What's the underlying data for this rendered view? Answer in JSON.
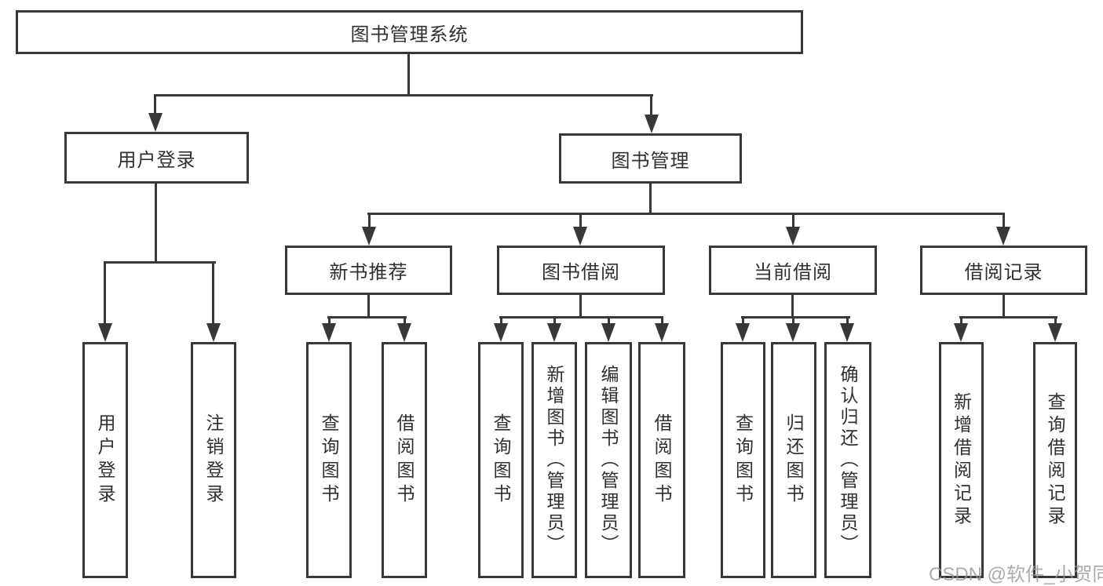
{
  "title": "图书管理系统",
  "watermark": "CSDN @软件_小贺同学",
  "colors": {
    "line": "#383838",
    "text": "#303030",
    "watermark": "#969696",
    "background": "#ffffff"
  },
  "nodes": {
    "root": {
      "label": "图书管理系统"
    },
    "user_login": {
      "label": "用户登录"
    },
    "book_mgmt": {
      "label": "图书管理"
    },
    "new_book_rec": {
      "label": "新书推荐"
    },
    "book_borrow": {
      "label": "图书借阅"
    },
    "current_borrow": {
      "label": "当前借阅"
    },
    "borrow_records": {
      "label": "借阅记录"
    },
    "leaf_user_login": {
      "label": "用户登录"
    },
    "leaf_logout": {
      "label": "注销登录"
    },
    "leaf_nbr_query": {
      "label": "查询图书"
    },
    "leaf_nbr_borrow": {
      "label": "借阅图书"
    },
    "leaf_bb_query": {
      "label": "查询图书"
    },
    "leaf_bb_add": {
      "label": "新增图书（管理员）"
    },
    "leaf_bb_edit": {
      "label": "编辑图书（管理员）"
    },
    "leaf_bb_borrow": {
      "label": "借阅图书"
    },
    "leaf_cb_query": {
      "label": "查询图书"
    },
    "leaf_cb_return": {
      "label": "归还图书"
    },
    "leaf_cb_confirm": {
      "label": "确认归还（管理员）"
    },
    "leaf_br_add": {
      "label": "新增借阅记录"
    },
    "leaf_br_query": {
      "label": "查询借阅记录"
    }
  },
  "hierarchy": {
    "图书管理系统": [
      "用户登录",
      "图书管理"
    ],
    "用户登录": [
      "用户登录",
      "注销登录"
    ],
    "图书管理": [
      "新书推荐",
      "图书借阅",
      "当前借阅",
      "借阅记录"
    ],
    "新书推荐": [
      "查询图书",
      "借阅图书"
    ],
    "图书借阅": [
      "查询图书",
      "新增图书（管理员）",
      "编辑图书（管理员）",
      "借阅图书"
    ],
    "当前借阅": [
      "查询图书",
      "归还图书",
      "确认归还（管理员）"
    ],
    "借阅记录": [
      "新增借阅记录",
      "查询借阅记录"
    ]
  }
}
